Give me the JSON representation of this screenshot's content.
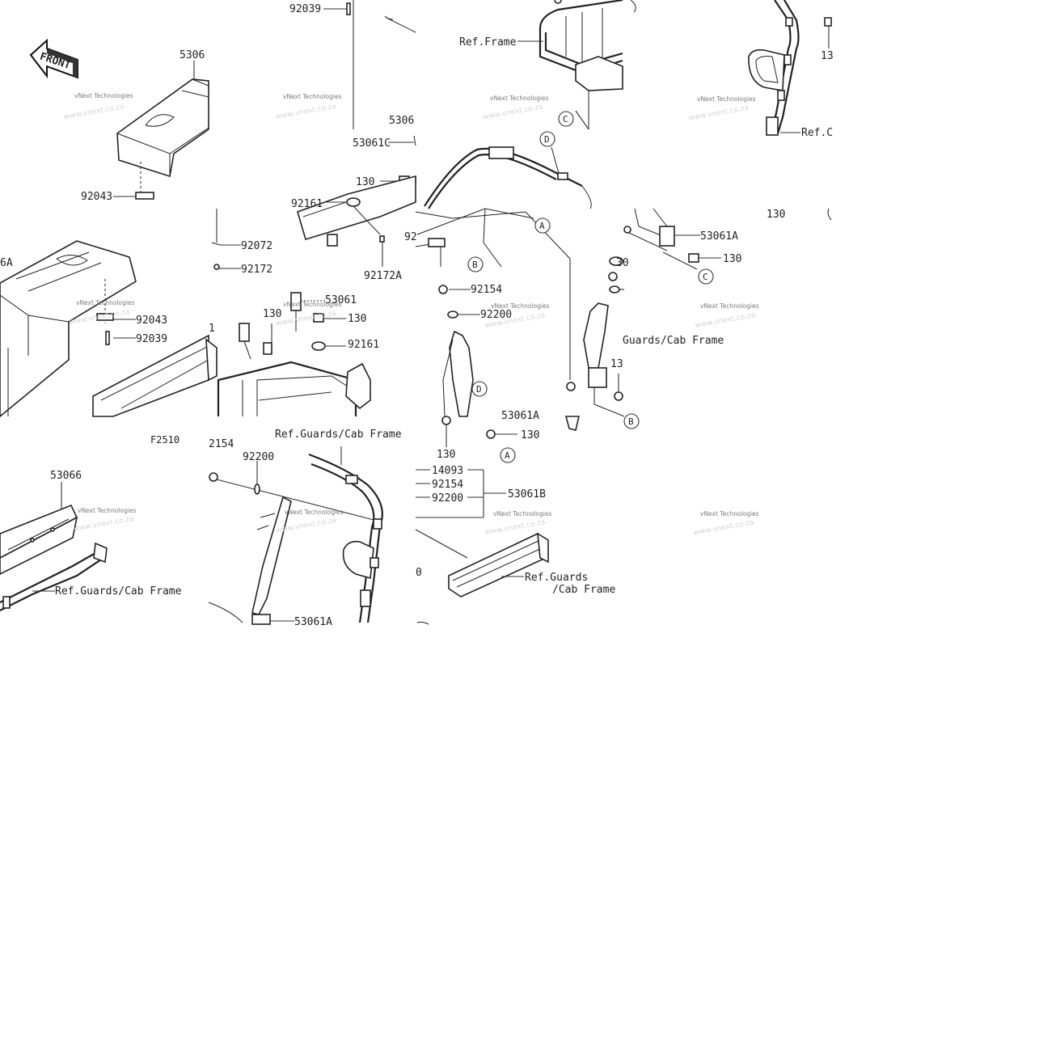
{
  "callouts": {
    "p92039_top": "92039",
    "p53066_top": "5306",
    "p92043_top": "92043",
    "p6A_left": "6A",
    "p92043_mid": "92043",
    "p92039_mid": "92039",
    "p92072": "92072",
    "p92172": "92172",
    "p5306_mid": "5306",
    "p53061C": "53061C",
    "p130_a": "130",
    "p92161_a": "92161",
    "p92_cut": "92",
    "p92172A": "92172A",
    "p53061_mid": "53061",
    "p130_b": "130",
    "p130_c": "130",
    "p92161_b": "92161",
    "p1_cut": "1",
    "ref_frame": "Ref.Frame",
    "p92154_a": "92154",
    "p92200_a": "92200",
    "p53061A_cut": "53061A",
    "p130_d": "130",
    "p130_e": "130",
    "p130_f": "130",
    "p53061A_a": "53061A",
    "p130_g": "130",
    "p130_h": "130",
    "p30_cut": "30",
    "p13_cut": "13",
    "ref_c_cut": "Ref.C",
    "guards_cab_cut": "Guards/Cab Frame",
    "p13_side": "13",
    "f2510": "F2510",
    "p2154_cut": "2154",
    "p92200_b": "92200",
    "ref_guards_cab_top": "Ref.Guards/Cab Frame",
    "p53066_bottom": "53066",
    "ref_guards_cab_left": "Ref.Guards/Cab Frame",
    "p53061A_bottom": "53061A",
    "p14093": "14093",
    "p92154_b": "92154",
    "p92200_c": "92200",
    "p53061B": "53061B",
    "ref_guards_right_1": "Ref.Guards",
    "ref_guards_right_2": "/Cab Frame",
    "p0_cut": "0",
    "front_label": "FRONT"
  },
  "ref_circles": {
    "c_top": "C",
    "d_top": "D",
    "a_mid": "A",
    "b_mid": "B",
    "c_right": "C",
    "d_mid": "D",
    "a_low": "A",
    "b_low": "B"
  },
  "watermark": {
    "line1": "vNext Technologies",
    "line2": "www.vnext.co.za"
  }
}
